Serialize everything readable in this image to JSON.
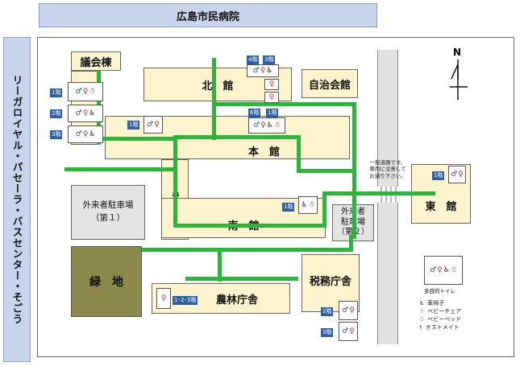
{
  "banner": {
    "title": "広島市民病院"
  },
  "sidebar": {
    "label": "リーガロイヤル・パセーラ・バスセンター・そごう"
  },
  "buildings": {
    "gikai": "議会棟",
    "kita": "北　館",
    "jichi": "自治会館",
    "hon": "本　館",
    "minami": "南　館",
    "higashi": "東　館",
    "nourin": "農林庁舎",
    "zeimu": "税務庁舎",
    "uketsuke": "受付"
  },
  "parking1": {
    "line1": "外来者駐車場",
    "line2": "（第１）"
  },
  "parking2": {
    "line1": "外来者",
    "line2": "駐車場",
    "line3": "（第２）"
  },
  "green_area": "緑　地",
  "road_note": "一般道路です。車両に注意してお通り下さい。",
  "compass": "N",
  "floor_tags": {
    "kita_4f": "4階",
    "kita_3f": "3階",
    "hon_6f": "6階",
    "hon_1f": "1階",
    "gikai_1f": "1階",
    "gikai_2f": "2階",
    "gikai_3f": "3階",
    "hon_west_1f": "1階",
    "minami_1f": "1階",
    "higashi_1f": "1階",
    "nourin_123f": "1･2･3階",
    "zeimu_2f": "2階",
    "zeimu_3f": "3階"
  },
  "legend": {
    "multi_toilet": "多目的トイレ",
    "wheelchair": "車椅子",
    "baby_chair": "ベビーチェア",
    "baby_bed": "ベビーベッド",
    "ostomate": "オストメイト"
  },
  "icons": {
    "male": "♂",
    "female": "♀",
    "wheelchair": "♿",
    "baby": "☃",
    "ostomate": "⚕"
  }
}
